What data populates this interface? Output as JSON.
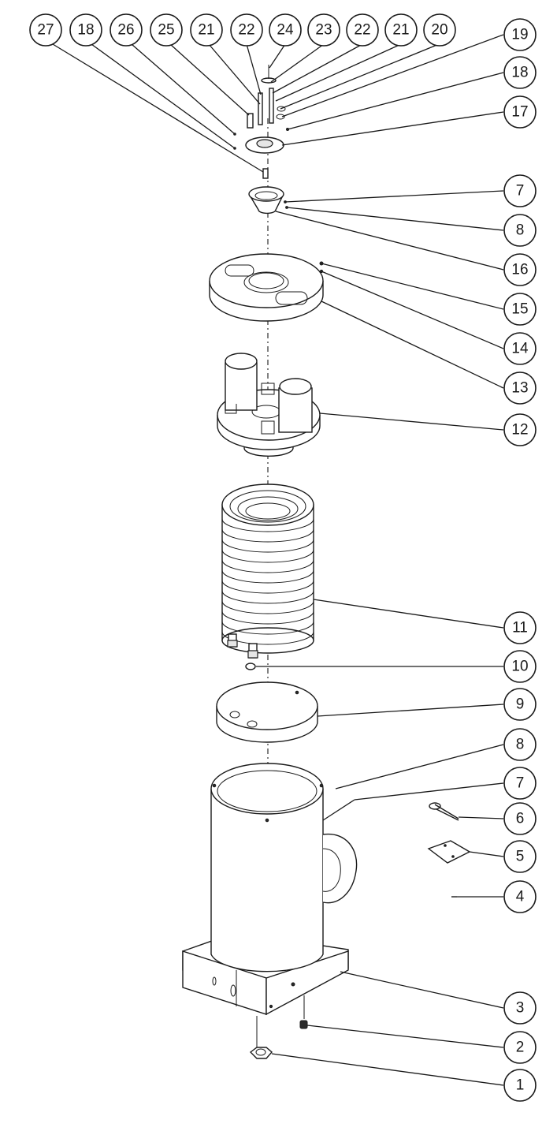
{
  "callouts": {
    "top_row": [
      "27",
      "18",
      "26",
      "25",
      "21",
      "22",
      "24",
      "23",
      "22",
      "21",
      "20"
    ],
    "right_column": [
      "19",
      "18",
      "17",
      "7",
      "8",
      "16",
      "15",
      "14",
      "13",
      "12",
      "11",
      "10",
      "9",
      "8",
      "7",
      "6",
      "5",
      "4",
      "3",
      "2",
      "1"
    ]
  },
  "colors": {
    "ink": "#1a1a1a",
    "background": "#ffffff"
  }
}
